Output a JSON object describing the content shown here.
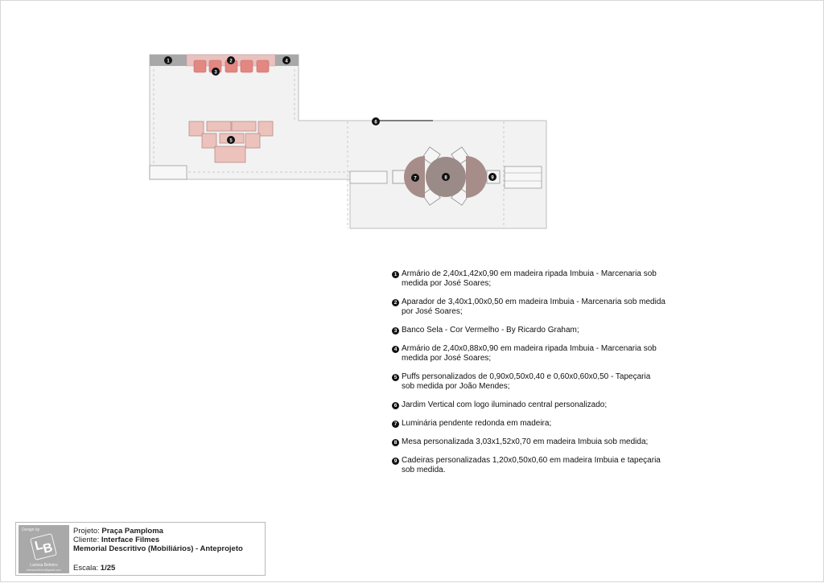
{
  "plan_markers": [
    "1",
    "2",
    "3",
    "4",
    "5",
    "6",
    "7",
    "8",
    "9"
  ],
  "legend": [
    {
      "num": "1",
      "text": "Armário de 2,40x1,42x0,90 em madeira ripada Imbuia - Marcenaria sob medida por José Soares;"
    },
    {
      "num": "2",
      "text": "Aparador de 3,40x1,00x0,50 em madeira Imbuia - Marcenaria sob medida por José Soares;"
    },
    {
      "num": "3",
      "text": "Banco Sela - Cor Vermelho - By Ricardo Graham;"
    },
    {
      "num": "4",
      "text": "Armário de 2,40x0,88x0,90 em madeira ripada Imbuia - Marcenaria sob medida por José Soares;"
    },
    {
      "num": "5",
      "text": "Puffs personalizados de 0,90x0,50x0,40 e 0,60x0,60x0,50 - Tapeçaria sob medida por João Mendes;"
    },
    {
      "num": "6",
      "text": "Jardim Vertical com logo iluminado central personalizado;"
    },
    {
      "num": "7",
      "text": "Luminária pendente redonda em madeira;"
    },
    {
      "num": "8",
      "text": "Mesa personalizada 3,03x1,52x0,70 em madeira Imbuia sob medida;"
    },
    {
      "num": "9",
      "text": "Cadeiras personalizadas 1,20x0,50x0,60 em madeira Imbuia e tapeçaria sob medida."
    }
  ],
  "title_block": {
    "logo": {
      "design_by": "Design by",
      "monogram_l": "L",
      "monogram_b": "B",
      "name": "Larissa Belmiro",
      "email": "larissa.belmiro@gmail.com"
    },
    "project_label": "Projeto:",
    "project_value": "Praça Pamploma",
    "client_label": "Cliente:",
    "client_value": "Interface Filmes",
    "memorial": "Memorial Descritivo (Mobiliários) - Anteprojeto",
    "scale_label": "Escala:",
    "scale_value": "1/25"
  },
  "colors": {
    "floor": "#f2f2f2",
    "wall": "#a8a8a8",
    "pink": "#dfa3a0",
    "pink_dark": "#e07f7a",
    "mauve": "#9d8480",
    "table": "#9b8b88",
    "puff": "#e5b8b1"
  }
}
